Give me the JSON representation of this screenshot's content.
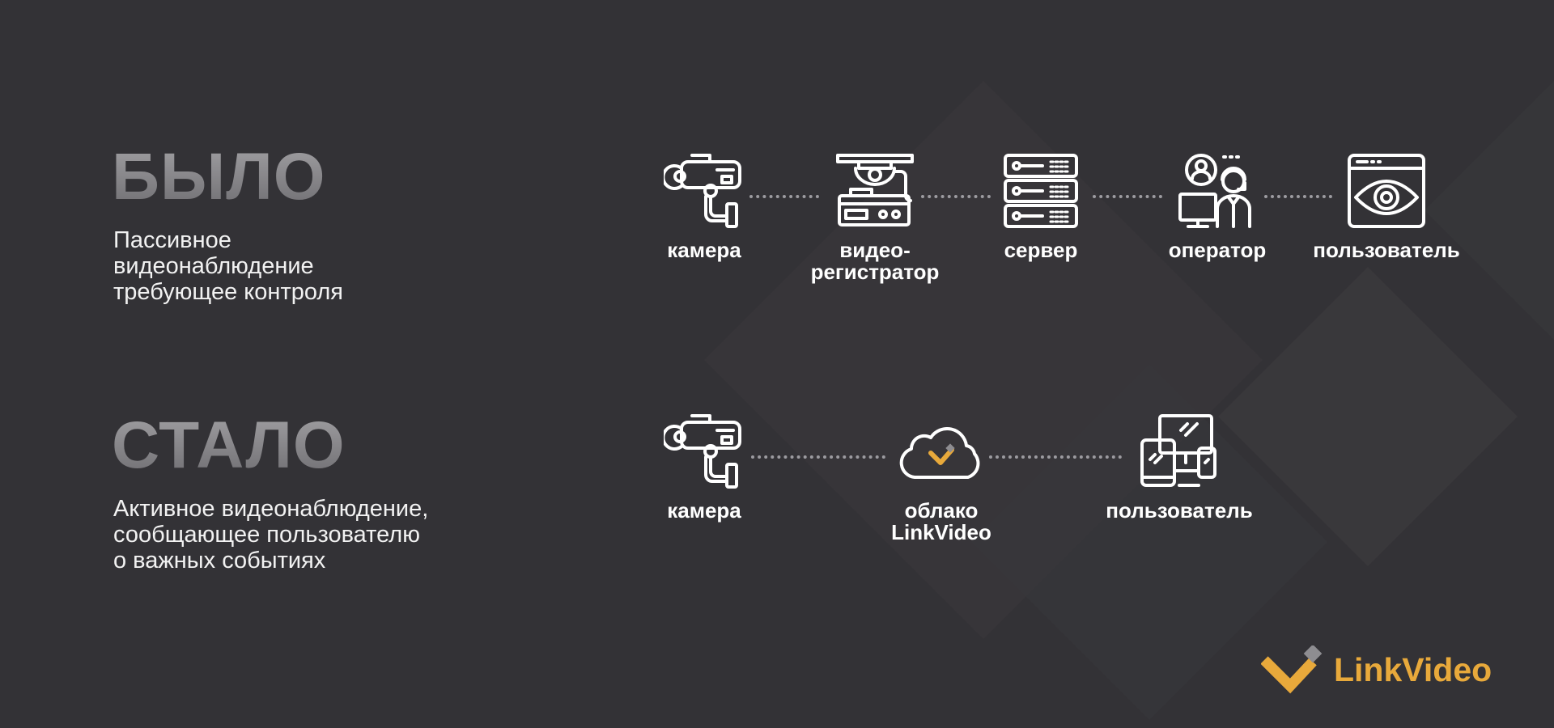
{
  "before": {
    "heading": "БЫЛО",
    "subtitle": "Пассивное\nвидеонаблюдение\nтребующее контроля",
    "nodes": [
      {
        "label": "камера",
        "icon": "cctv-camera-icon"
      },
      {
        "label": "видео-\nрегистратор",
        "icon": "video-recorder-icon"
      },
      {
        "label": "сервер",
        "icon": "server-rack-icon"
      },
      {
        "label": "оператор",
        "icon": "operator-icon"
      },
      {
        "label": "пользователь",
        "icon": "eye-window-icon"
      }
    ]
  },
  "after": {
    "heading": "СТАЛО",
    "subtitle": "Активное видеонаблюдение,\nсообщающее пользователю\nо важных событиях",
    "nodes": [
      {
        "label": "камера",
        "icon": "cctv-camera-icon"
      },
      {
        "label": "облако\nLinkVideo",
        "icon": "cloud-icon"
      },
      {
        "label": "пользователь",
        "icon": "devices-icon"
      }
    ]
  },
  "logo": {
    "text": "LinkVideo",
    "icon": "linkvideo-logo-icon"
  },
  "colors": {
    "background": "#333236",
    "accent": "#e8a93b",
    "heading": "#8e8d91",
    "connector": "#9c9ba0"
  }
}
